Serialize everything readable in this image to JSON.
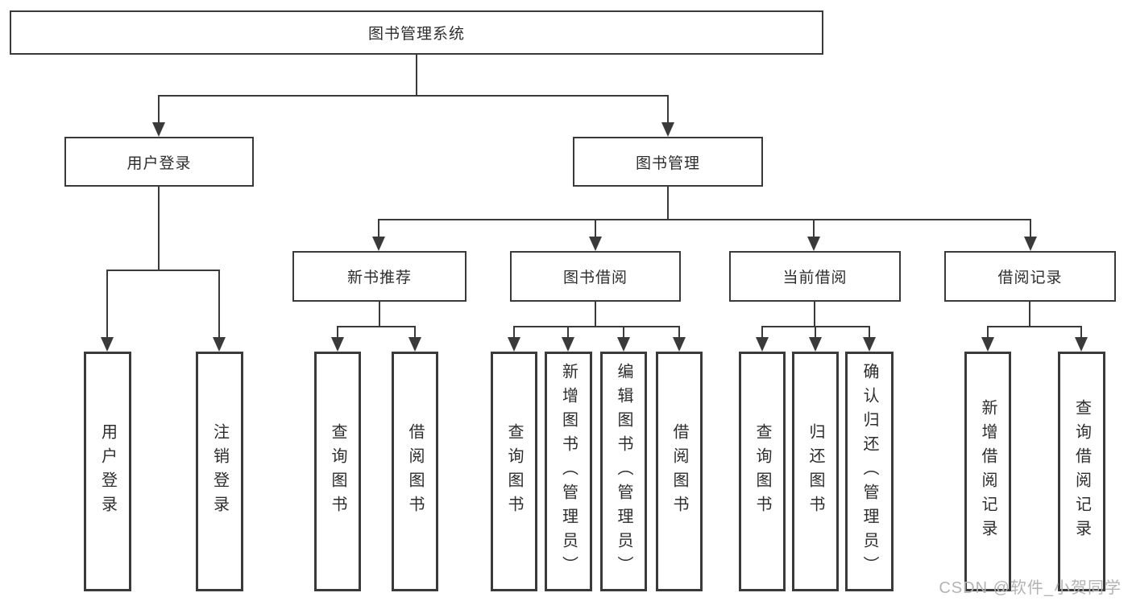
{
  "title": "图书管理系统",
  "diagram_type": "hierarchy-tree",
  "colors": {
    "line": "#3a3a3a",
    "text": "#2d2d2d",
    "background": "#ffffff",
    "watermark": "#b3b3b3"
  },
  "watermark": {
    "text": "CSDN @软件_小贺同学"
  },
  "nodes": {
    "root": {
      "label": "图书管理系统"
    },
    "user_login": {
      "label": "用户登录",
      "children": [
        {
          "label": "用户登录"
        },
        {
          "label": "注销登录"
        }
      ]
    },
    "book_mgmt": {
      "label": "图书管理"
    },
    "new_book_rec": {
      "label": "新书推荐",
      "children": [
        {
          "label": "查询图书"
        },
        {
          "label": "借阅图书"
        }
      ]
    },
    "book_borrow": {
      "label": "图书借阅",
      "children": [
        {
          "label": "查询图书"
        },
        {
          "label": "新增图书（管理员）"
        },
        {
          "label": "编辑图书（管理员）"
        },
        {
          "label": "借阅图书"
        }
      ]
    },
    "current_borrow": {
      "label": "当前借阅",
      "children": [
        {
          "label": "查询图书"
        },
        {
          "label": "归还图书"
        },
        {
          "label": "确认归还（管理员）"
        }
      ]
    },
    "borrow_records": {
      "label": "借阅记录",
      "children": [
        {
          "label": "新增借阅记录"
        },
        {
          "label": "查询借阅记录"
        }
      ]
    }
  }
}
